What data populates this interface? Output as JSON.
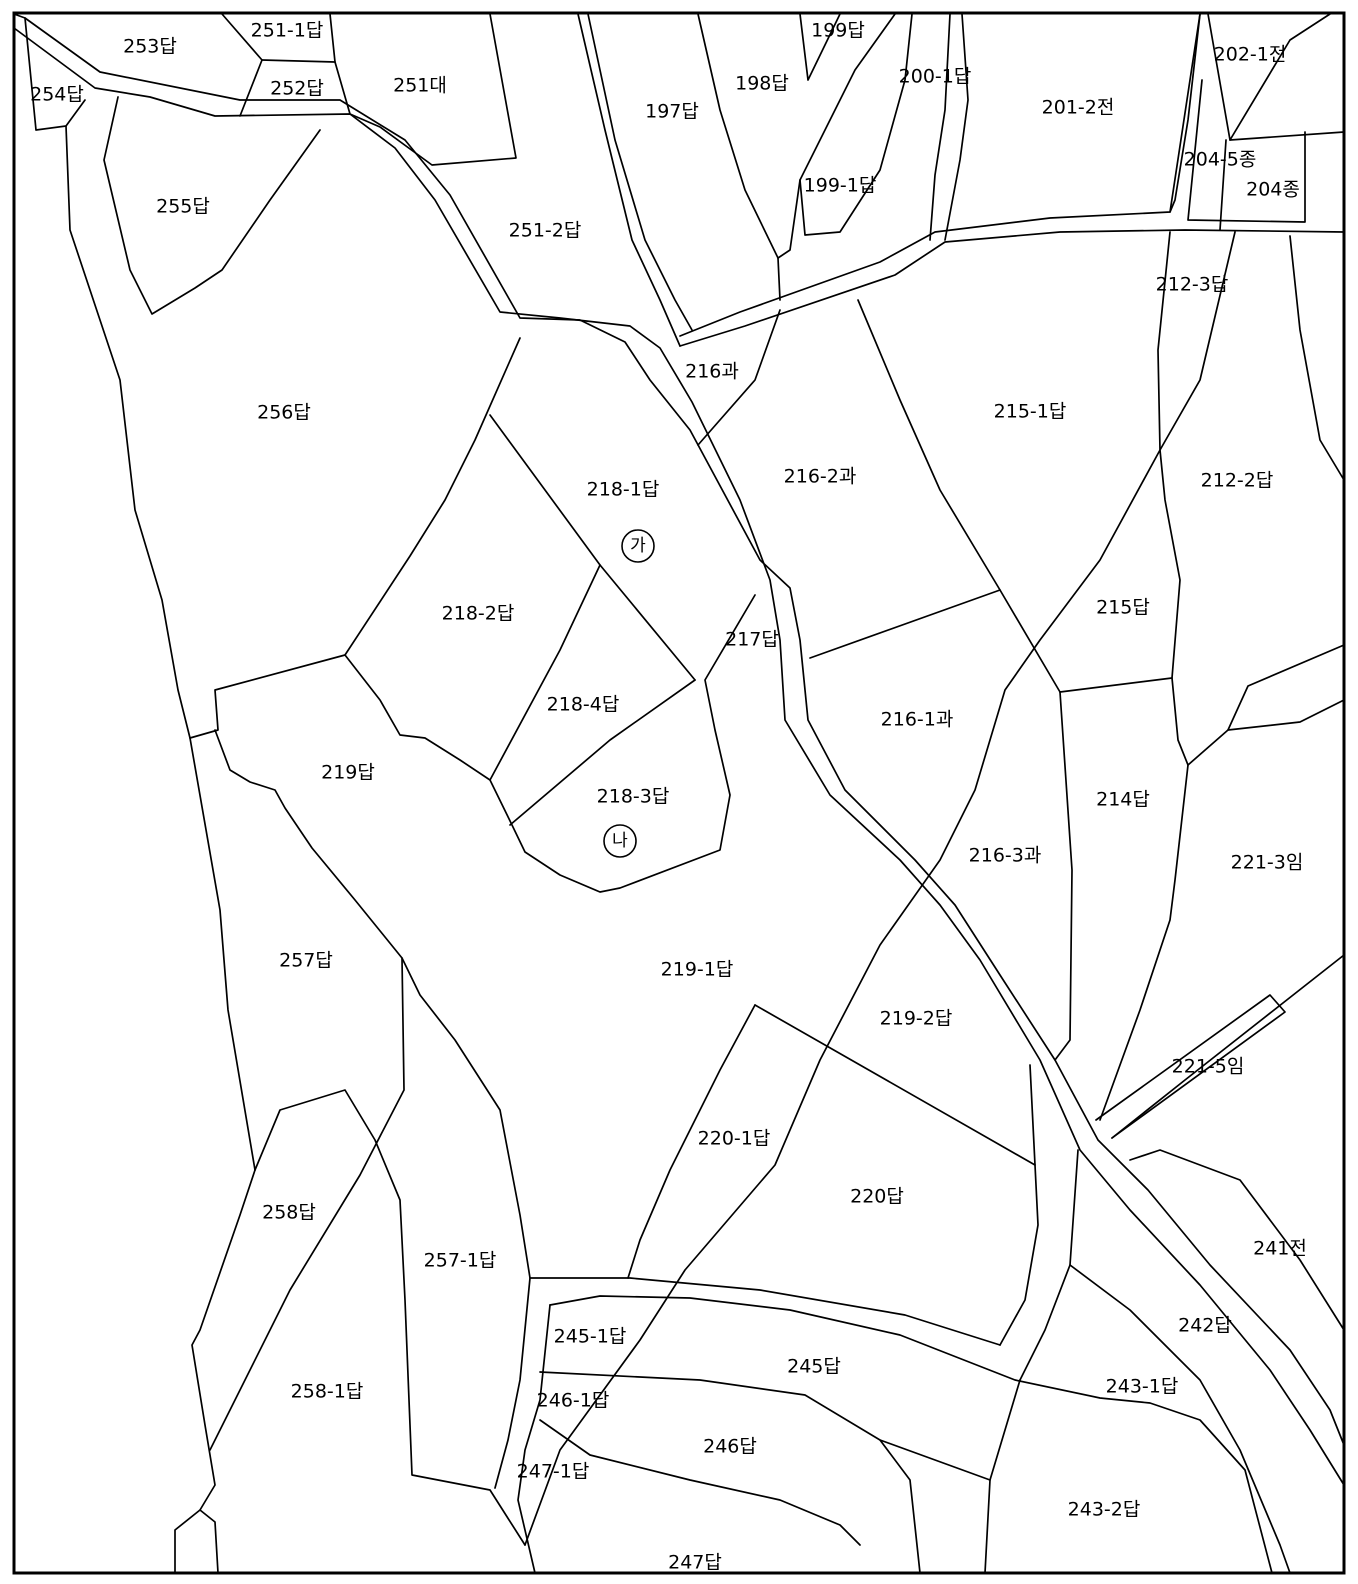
{
  "parcels": [
    "253답",
    "251-1답",
    "199답",
    "202-1전",
    "254답",
    "252답",
    "251대",
    "198답",
    "200-1답",
    "197답",
    "201-2전",
    "204-5종",
    "204종",
    "255답",
    "199-1답",
    "251-2답",
    "212-3답",
    "216과",
    "256답",
    "215-1답",
    "218-1답",
    "216-2과",
    "212-2답",
    "218-2답",
    "215답",
    "217답",
    "216-1과",
    "218-4답",
    "219답",
    "214답",
    "218-3답",
    "216-3과",
    "221-3임",
    "257답",
    "219-1답",
    "219-2답",
    "221-5임",
    "220-1답",
    "220답",
    "258답",
    "241전",
    "257-1답",
    "242답",
    "245-1답",
    "245답",
    "258-1답",
    "243-1답",
    "246-1답",
    "246답",
    "247-1답",
    "243-2답",
    "247답"
  ],
  "markers": [
    "가",
    "나"
  ]
}
